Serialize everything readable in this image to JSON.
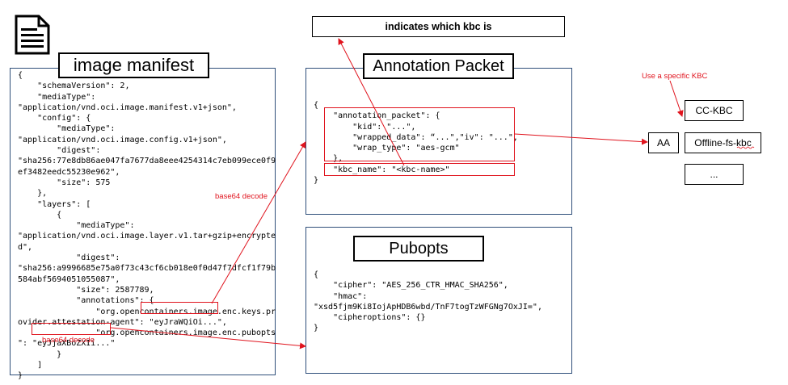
{
  "document_icon": "document-icon",
  "manifest": {
    "title": "image manifest",
    "code": "{\n    \"schemaVersion\": 2,\n    \"mediaType\":\n\"application/vnd.oci.image.manifest.v1+json\",\n    \"config\": {\n        \"mediaType\":\n\"application/vnd.oci.image.config.v1+json\",\n        \"digest\":\n\"sha256:77e8db86ae047fa7677da8eee4254314c7eb099ece0f9\nef3482eedc55230e962\",\n        \"size\": 575\n    },\n    \"layers\": [\n        {\n            \"mediaType\":\n\"application/vnd.oci.image.layer.v1.tar+gzip+encrypte\nd\",\n            \"digest\":\n\"sha256:a9996685e75a0f73c43cf6cb018e0f0d47f7dfcf1f79b\n584abf5694051055087\",\n            \"size\": 2587789,\n            \"annotations\": {\n                \"org.opencontainers.image.enc.keys.pr\novider.attestation-agent\": \"eyJraWQiOi...\",\n                \"org.opencontainers.image.enc.pubopts\n\": \"eyJjaXBoZXIi...\"\n        }\n    ]\n}"
  },
  "annotation": {
    "title": "Annotation Packet",
    "code": "{\n    \"annotation_packet\": {\n        \"kid\": \"...\",\n        \"wrapped_data\": “...\",\"iv\": \"...\",\n        \"wrap_type\": \"aes-gcm\"\n    },\n    \"kbc_name\": \"<kbc-name>\"\n}"
  },
  "pubopts": {
    "title": "Pubopts",
    "code": "{\n    \"cipher\": \"AES_256_CTR_HMAC_SHA256\",\n    \"hmac\":\n\"xsd5fjm9Ki8IojApHDB6wbd/TnF7togTzWFGNg7OxJI=\",\n    \"cipheroptions\": {}\n}"
  },
  "kbc_note": "indicates which kbc is",
  "aa_label": "AA",
  "kbc_options": [
    "CC-KBC",
    "Offline-fs-kbc",
    "..."
  ],
  "labels": {
    "base64_decode_1": "base64 decode",
    "base64_decode_2": "base64 decode",
    "use_specific_kbc": "Use a specific KBC"
  },
  "colors": {
    "accent_red": "#e0141e",
    "panel_border": "#2f4f7a"
  }
}
